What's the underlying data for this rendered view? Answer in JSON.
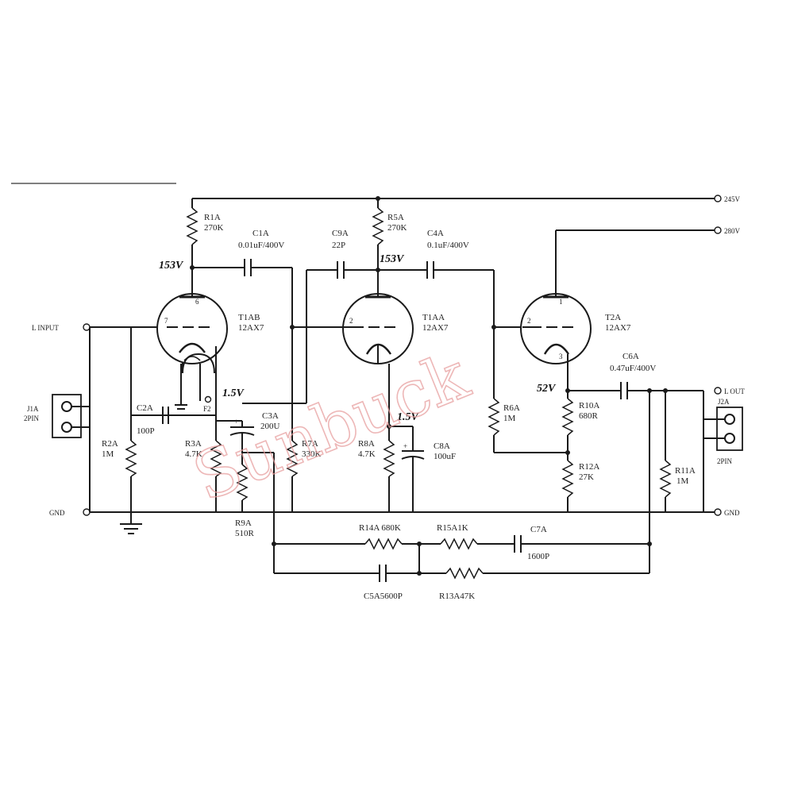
{
  "supply": {
    "v245": "245V",
    "v280": "280V"
  },
  "tubes": {
    "t1ab": {
      "ref": "T1AB",
      "type": "12AX7",
      "pin_grid": "7",
      "pin_plate": "6",
      "pin_f": "F2"
    },
    "t1aa": {
      "ref": "T1AA",
      "type": "12AX7",
      "pin_grid": "2"
    },
    "t2a": {
      "ref": "T2A",
      "type": "12AX7",
      "pin_grid": "2",
      "pin_plate": "1",
      "pin_cath": "3"
    }
  },
  "resistors": {
    "r1a": {
      "ref": "R1A",
      "value": "270K"
    },
    "r5a": {
      "ref": "R5A",
      "value": "270K"
    },
    "r2a": {
      "ref": "R2A",
      "value": "1M"
    },
    "r3a": {
      "ref": "R3A",
      "value": "4.7K"
    },
    "r7a": {
      "ref": "R7A",
      "value": "330K"
    },
    "r8a": {
      "ref": "R8A",
      "value": "4.7K"
    },
    "r6a": {
      "ref": "R6A",
      "value": "1M"
    },
    "r10a": {
      "ref": "R10A",
      "value": "680R"
    },
    "r12a": {
      "ref": "R12A",
      "value": "27K"
    },
    "r11a": {
      "ref": "R11A",
      "value": "1M"
    },
    "r9a": {
      "ref": "R9A",
      "value": "510R"
    },
    "r14a": "R14A 680K",
    "r15a": "R15A1K",
    "r13a": "R13A47K"
  },
  "capacitors": {
    "c1a": {
      "ref": "C1A",
      "value": "0.01uF/400V"
    },
    "c9a": {
      "ref": "C9A",
      "value": "22P"
    },
    "c4a": {
      "ref": "C4A",
      "value": "0.1uF/400V"
    },
    "c2a": {
      "ref": "C2A",
      "value": "100P"
    },
    "c3a": {
      "ref": "C3A",
      "value": "200U"
    },
    "c8a": {
      "ref": "C8A",
      "value": "100uF"
    },
    "c6a": {
      "ref": "C6A",
      "value": "0.47uF/400V"
    },
    "c7a": {
      "ref": "C7A",
      "value": "1600P"
    },
    "c5a": "C5A5600P"
  },
  "voltages": {
    "plate1": "153V",
    "plate2": "153V",
    "cath1": "1.5V",
    "cath2": "1.5V",
    "cath3": "52V"
  },
  "connectors": {
    "in_ref": "J1A",
    "in_pins": "2PIN",
    "out_ref": "J2A",
    "out_pins": "2PIN",
    "l_input": "L INPUT",
    "l_out": "L OUT",
    "gnd_left": "GND",
    "gnd_right": "GND"
  },
  "watermark": "Sunbuck"
}
